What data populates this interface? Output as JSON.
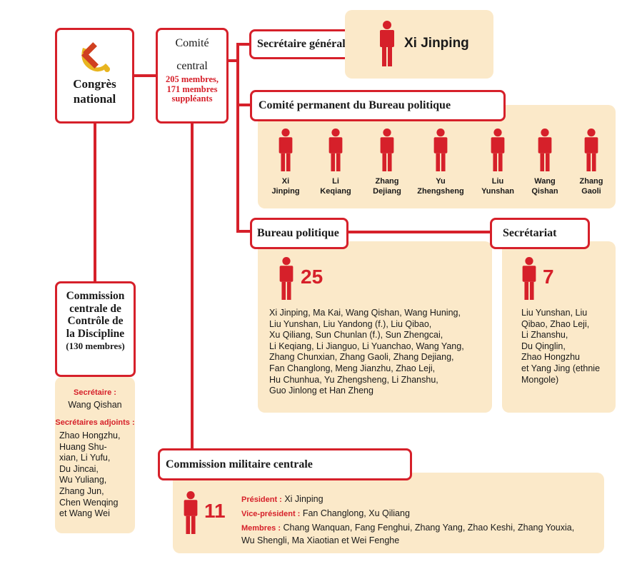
{
  "congress": {
    "label_line1": "Congrès",
    "label_line2": "national"
  },
  "central_committee": {
    "label_line1": "Comité",
    "label_line2": "central",
    "members_line1": "205 membres,",
    "members_line2": "171 membres",
    "members_line3": "suppléants"
  },
  "secretary_general": {
    "label": "Secrétaire général",
    "name": "Xi Jinping"
  },
  "standing_committee": {
    "label": "Comité permanent du Bureau politique",
    "members": [
      {
        "first": "Xi",
        "last": "Jinping"
      },
      {
        "first": "Li",
        "last": "Keqiang"
      },
      {
        "first": "Zhang",
        "last": "Dejiang"
      },
      {
        "first": "Yu",
        "last": "Zhengsheng"
      },
      {
        "first": "Liu",
        "last": "Yunshan"
      },
      {
        "first": "Wang",
        "last": "Qishan"
      },
      {
        "first": "Zhang",
        "last": "Gaoli"
      }
    ]
  },
  "politburo": {
    "label": "Bureau politique",
    "count": "25",
    "members_lines": [
      "Xi Jinping,  Ma Kai,  Wang Qishan,  Wang Huning,",
      "Liu Yunshan,  Liu Yandong (f.),  Liu Qibao,",
      "Xu Qiliang,  Sun Chunlan (f.),  Sun Zhengcai,",
      "Li Keqiang,  Li Jianguo, Li Yuanchao, Wang Yang,",
      "Zhang Chunxian, Zhang Gaoli, Zhang Dejiang,",
      "Fan Changlong, Meng Jianzhu, Zhao Leji,",
      "Hu Chunhua, Yu Zhengsheng, Li Zhanshu,",
      "Guo Jinlong et Han Zheng"
    ]
  },
  "secretariat": {
    "label": "Secrétariat",
    "count": "7",
    "members_lines": [
      "Liu Yunshan, Liu",
      "Qibao, Zhao Leji,",
      "Li Zhanshu,",
      "Du Qinglin,",
      "Zhao Hongzhu",
      "et Yang Jing (ethnie",
      "Mongole)"
    ]
  },
  "discipline_commission": {
    "label_lines": [
      "Commission",
      "centrale de",
      "Contrôle de",
      "la Discipline"
    ],
    "members": "(130 membres)",
    "secretary_label": "Secrétaire :",
    "secretary_name": "Wang Qishan",
    "deputies_label": "Secrétaires adjoints :",
    "deputies_lines": [
      "Zhao Hongzhu,",
      "Huang Shu-",
      "xian, Li Yufu,",
      "Du Jincai,",
      "Wu Yuliang,",
      "Zhang Jun,",
      "Chen Wenqing",
      "et Wang Wei"
    ]
  },
  "military_commission": {
    "label": "Commission militaire centrale",
    "count": "11",
    "president_label": "Président :",
    "president_name": "Xi Jinping",
    "vice_label": "Vice-président :",
    "vice_names": "Fan Changlong, Xu Qiliang",
    "members_label": "Membres :",
    "members_line1": "Chang Wanquan, Fang Fenghui, Zhang Yang, Zhao Keshi, Zhang Youxia,",
    "members_line2": "Wu Shengli, Ma Xiaotian et Wei Fenghe"
  },
  "colors": {
    "accent": "#d6202a",
    "panel": "#fbe9c9"
  }
}
